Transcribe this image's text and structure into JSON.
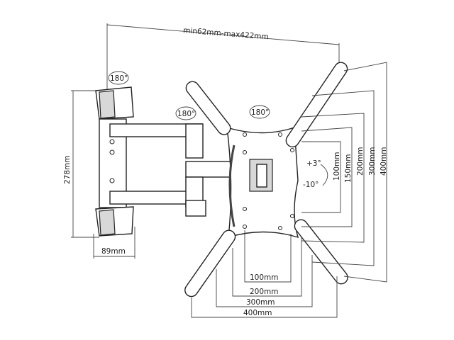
{
  "dimensions": {
    "arm_extension": "min62mm-max422mm",
    "wall_plate_height": "278mm",
    "wall_plate_depth": "89mm",
    "swivel_wall": "180°",
    "swivel_arm": "180°",
    "swivel_plate": "180°",
    "tilt_up": "+3°",
    "tilt_down": "-10°",
    "vertical_vesa": [
      "100mm",
      "150mm",
      "200mm",
      "300mm",
      "400mm"
    ],
    "horizontal_vesa": [
      "100mm",
      "200mm",
      "300mm",
      "400mm"
    ]
  }
}
